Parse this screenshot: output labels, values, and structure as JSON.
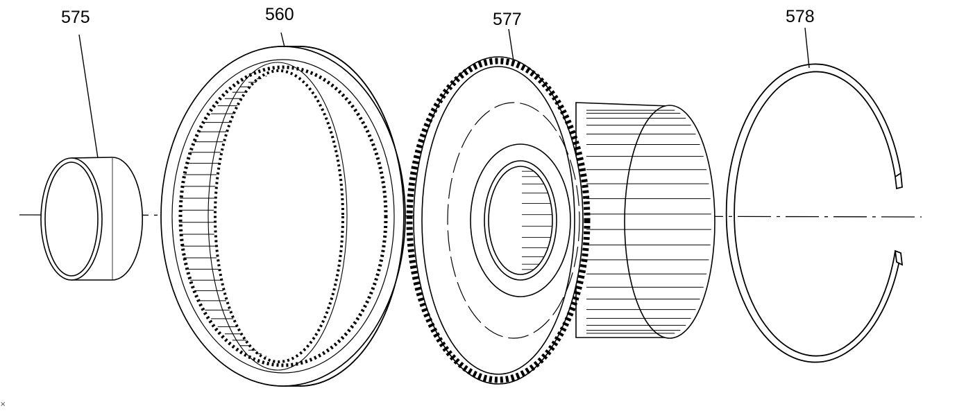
{
  "parts": [
    {
      "id": "575",
      "label": "575",
      "name": "bushing"
    },
    {
      "id": "560",
      "label": "560",
      "name": "internal-ring-gear"
    },
    {
      "id": "577",
      "label": "577",
      "name": "splined-gear-hub"
    },
    {
      "id": "578",
      "label": "578",
      "name": "snap-ring"
    }
  ],
  "corner_mark": "×",
  "colors": {
    "line": "#000000",
    "background": "#ffffff"
  }
}
